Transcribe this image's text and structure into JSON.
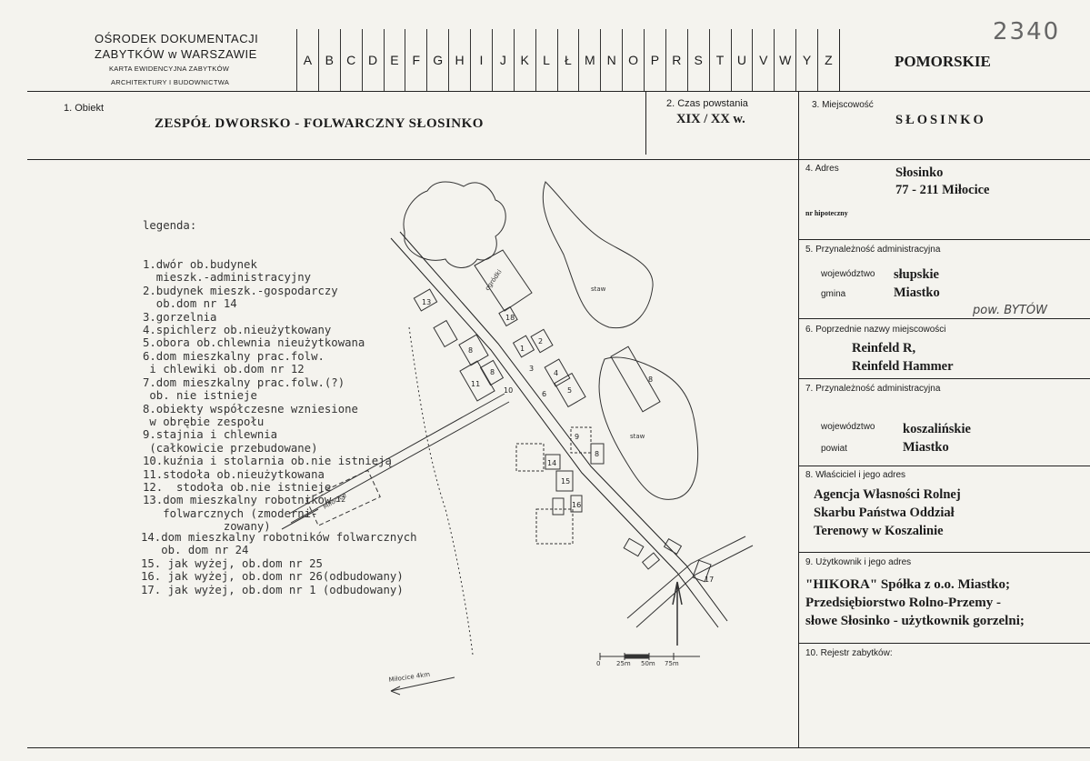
{
  "header": {
    "institution_line1": "OŚRODEK DOKUMENTACJI",
    "institution_line2": "ZABYTKÓW w WARSZAWIE",
    "card_type": "KARTA EWIDENCYJNA ZABYTKÓW",
    "card_subtype": "ARCHITEKTURY I BUDOWNICTWA",
    "letters": [
      "A",
      "B",
      "C",
      "D",
      "E",
      "F",
      "G",
      "H",
      "I",
      "J",
      "K",
      "L",
      "Ł",
      "M",
      "N",
      "O",
      "P",
      "R",
      "S",
      "T",
      "U",
      "V",
      "W",
      "Y",
      "Z"
    ],
    "region": "POMORSKIE",
    "card_number": "2340"
  },
  "fields": {
    "obiekt_label": "1. Obiekt",
    "obiekt_value": "ZESPÓŁ  DWORSKO - FOLWARCZNY  SŁOSINKO",
    "czas_label": "2. Czas powstania",
    "czas_value": "XIX / XX w.",
    "miejscowosc_label": "3. Miejscowość",
    "miejscowosc_value": "SŁOSINKO",
    "adres_label": "4. Adres",
    "adres_line1": "Słosinko",
    "adres_line2": "77 - 211 Miłocice",
    "nr_hipoteczny_label": "nr hipoteczny",
    "przynaleznosc_label": "5. Przynależność administracyjna",
    "wojewodztwo_label": "województwo",
    "wojewodztwo_value": "słupskie",
    "gmina_label": "gmina",
    "gmina_value": "Miastko",
    "pow_note": "pow. BYTÓW",
    "poprzednie_label": "6. Poprzednie nazwy miejscowości",
    "poprzednie_line1": "Reinfeld R,",
    "poprzednie_line2": "Reinfeld Hammer",
    "przynaleznosc2_label": "7. Przynależność administracyjna",
    "wojewodztwo2_label": "województwo",
    "wojewodztwo2_value": "koszalińskie",
    "powiat_label": "powiat",
    "powiat_value": "Miastko",
    "wlasciciel_label": "8. Właściciel i jego adres",
    "wlasciciel_line1": "Agencja Własności Rolnej",
    "wlasciciel_line2": "Skarbu Państwa Oddział",
    "wlasciciel_line3": "Terenowy w Koszalinie",
    "uzytkownik_label": "9. Użytkownik i jego adres",
    "uzytkownik_line1": "\"HIKORA\" Spółka z o.o. Miastko;",
    "uzytkownik_line2": "Przedsiębiorstwo Rolno-Przemy -",
    "uzytkownik_line3": "słowe Słosinko - użytkownik gorzelni;",
    "rejestr_label": "10. Rejestr zabytków:"
  },
  "legend": {
    "title": "legenda:",
    "items": [
      "1.dwór ob.budynek",
      "  mieszk.-administracyjny",
      "2.budynek mieszk.-gospodarczy",
      "  ob.dom nr 14",
      "3.gorzelnia",
      "4.spichlerz ob.nieużytkowany",
      "5.obora ob.chlewnia nieużytkowana",
      "6.dom mieszkalny prac.folw.",
      " i chlewiki ob.dom nr 12",
      "7.dom mieszkalny prac.folw.(?)",
      " ob. nie istnieje",
      "8.obiekty współczesne wzniesione",
      " w obrębie zespołu",
      "9.stajnia i chlewnia",
      " (całkowicie przebudowane)",
      "10.kuźnia i stolarnia ob.nie istnieją",
      "11.stodoła ob.nieużytkowana",
      "12.  stodoła ob.nie istnieje",
      "13.dom mieszkalny robotników",
      "   folwarcznych (zmoderni-",
      "            zowany)"
    ],
    "items2": [
      "14.dom mieszkalny robotników folwarcznych",
      "   ob. dom nr 24",
      "15. jak wyżej, ob.dom nr 25",
      "16. jak wyżej, ob.dom nr 26(odbudowany)",
      "17. jak wyżej, ob.dom nr 1 (odbudowany)"
    ]
  },
  "map": {
    "lake_label_1": "staw",
    "lake_label_2": "staw",
    "garden_label": "ogródki",
    "road_label_1": "Miłocice",
    "road_label_2": "Miłocice 4km",
    "scale_labels": [
      "0",
      "25m",
      "50m",
      "75m"
    ],
    "building_numbers": [
      "1",
      "2",
      "3",
      "4",
      "5",
      "6",
      "8",
      "8",
      "8",
      "8",
      "9",
      "10",
      "11",
      "12",
      "13",
      "14",
      "15",
      "16",
      "17",
      "18"
    ]
  }
}
